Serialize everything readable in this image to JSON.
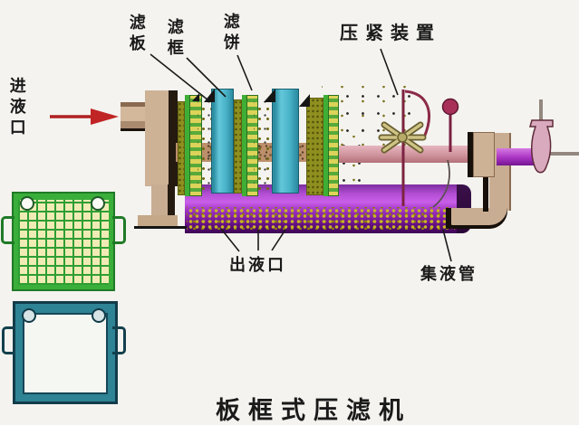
{
  "title": {
    "caption": "板框式压滤机"
  },
  "labels": {
    "filter_plate": "滤板",
    "filter_frame": "滤框",
    "filter_cake": "滤饼",
    "pressing_device": "压紧装置",
    "inlet_port": "进液口",
    "outlet_port": "出液口",
    "collecting_pipe": "集液管"
  },
  "icons": {
    "inlet_flow_arrow": "red-right-arrow"
  },
  "colors": {
    "background": "#f4f3ef",
    "filter_plate_green": "#3fae36",
    "plate_grid_yellow": "#f0ebb4",
    "filter_frame_cyan": "#49b3c8",
    "filter_cake_olive": "#8f8f1f",
    "collecting_pipe_purple": "#9a2fc0",
    "screw_rod_pink": "#cf939c",
    "stand_tan": "#c9ad92",
    "lever_maroon": "#8c2a4a",
    "inlet_arrow_red": "#c02424",
    "label_text": "#1a1a1a"
  }
}
